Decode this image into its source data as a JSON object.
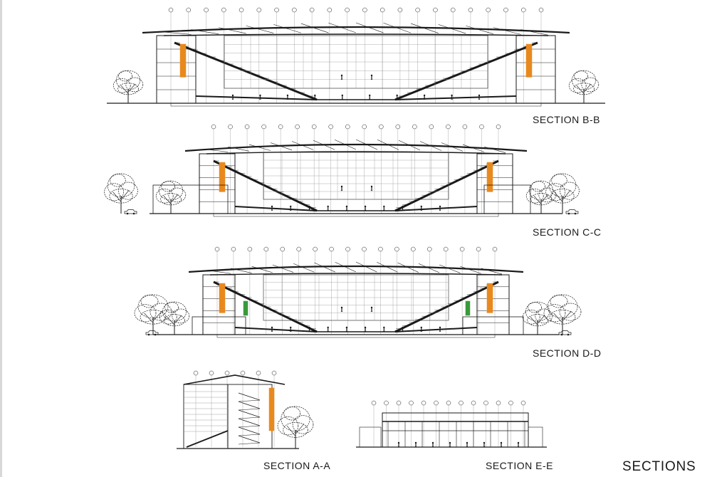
{
  "sheet_title": "SECTIONS",
  "sections": [
    {
      "id": "bb",
      "label": "SECTION B-B"
    },
    {
      "id": "cc",
      "label": "SECTION C-C"
    },
    {
      "id": "dd",
      "label": "SECTION D-D"
    },
    {
      "id": "aa",
      "label": "SECTION A-A"
    },
    {
      "id": "ee",
      "label": "SECTION E-E"
    }
  ],
  "colors": {
    "line": "#1a1a1a",
    "accent_orange": "#e8891e",
    "accent_green": "#3a9a3a",
    "background": "#ffffff"
  }
}
